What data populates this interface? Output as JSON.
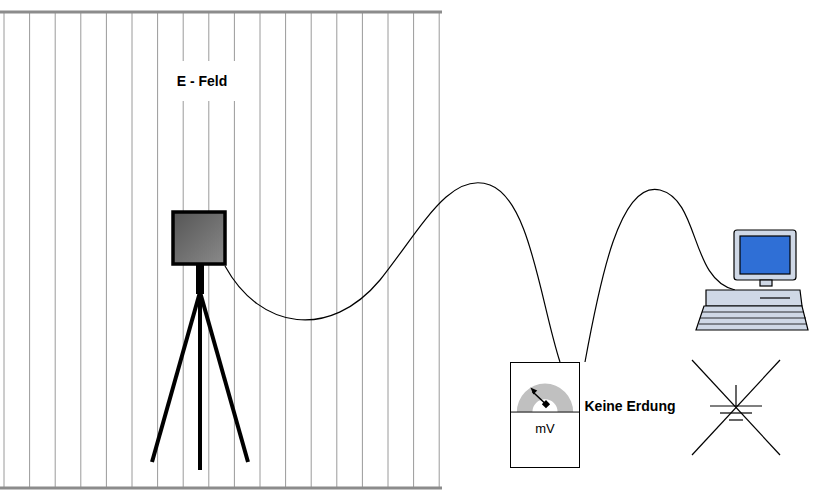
{
  "diagram": {
    "nodes": [
      {
        "text": [
          "mV"
        ]
      }
    ],
    "labels": [
      "E - Feld",
      "Keine Erdung"
    ]
  }
}
